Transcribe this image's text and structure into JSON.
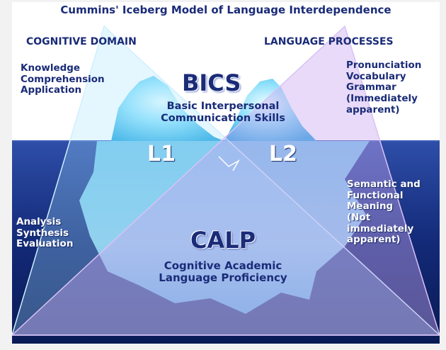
{
  "title": "Cummins' Iceberg Model of Language Interdependence",
  "cognitive_domain": {
    "heading": "COGNITIVE DOMAIN",
    "upper_items": "Knowledge\nComprehension\nApplication",
    "lower_items": "Analysis\nSynthesis\nEvaluation"
  },
  "language_processes": {
    "heading": "LANGUAGE PROCESSES",
    "upper_items": "Pronunciation\nVocabulary\nGrammar\n(Immediately\napparent)",
    "lower_items": "Semantic and\nFunctional\nMeaning\n(Not\nimmediately\napparent)"
  },
  "bics": {
    "acronym": "BICS",
    "expansion": "Basic Interpersonal\nCommunication Skills"
  },
  "calp": {
    "acronym": "CALP",
    "expansion": "Cognitive Academic\nLanguage Proficiency"
  },
  "peaks": {
    "l1": "L1",
    "l2": "L2"
  },
  "colors": {
    "text_navy": "#1a2b78",
    "water_deep": "#0c1f63",
    "water_surface": "#2b4aa3",
    "ice_light": "#c9f2ff",
    "ice_mid": "#49c6f2",
    "cognitive_triangle": "#9fe0ff",
    "language_triangle": "#c4a6ea"
  }
}
